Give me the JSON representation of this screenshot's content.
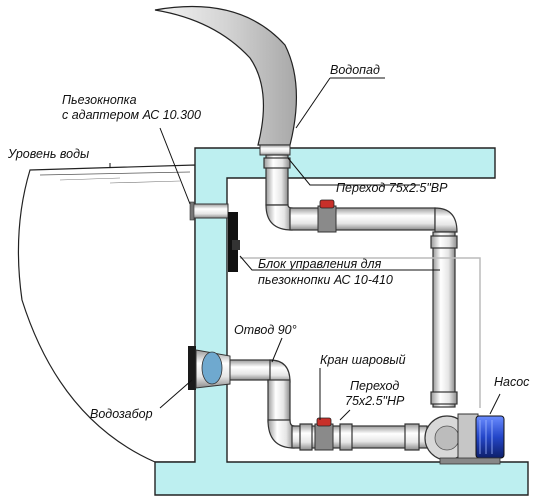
{
  "labels": {
    "waterfall": "Водопад",
    "piezo_line1": "Пьезокнопка",
    "piezo_line2": "с адаптером АС 10.300",
    "water_level": "Уровень воды",
    "adapter_top": "Переход 75х2.5\"ВР",
    "control_line1": "Блок управления для",
    "control_line2": "пьезокнопки АС 10-410",
    "elbow": "Отвод 90°",
    "ball_valve": "Кран шаровый",
    "adapter_bottom_line1": "Переход",
    "adapter_bottom_line2": "75х2.5\"НР",
    "pump": "Насос",
    "intake": "Водозабор"
  },
  "colors": {
    "wall": "#bdeff0",
    "pipe_light": "#ffffff",
    "pipe_shade": "#c8c8c8",
    "valve_red": "#c8302a",
    "pump_blue": "#2a5bd7",
    "water": "#ffffff"
  },
  "icons": {
    "ball_valve": "valve-icon",
    "pump": "pump-icon",
    "piezo_button": "piezo-button-icon",
    "control_unit": "control-unit-icon",
    "intake": "intake-icon"
  }
}
